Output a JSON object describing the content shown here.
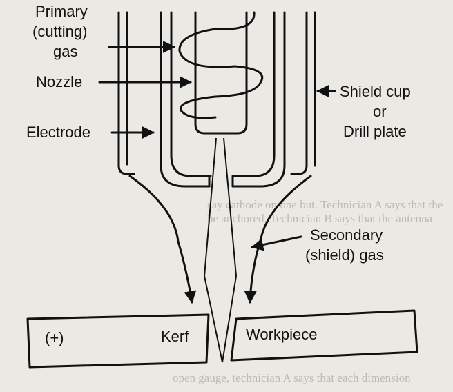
{
  "labels": {
    "primary_gas": [
      "Primary",
      "(cutting)",
      "gas"
    ],
    "nozzle": "Nozzle",
    "electrode": "Electrode",
    "shield_cup": [
      "Shield cup",
      "or",
      "Drill plate"
    ],
    "secondary_gas": [
      "Secondary",
      "(shield) gas"
    ],
    "polarity": "(+)",
    "kerf": "Kerf",
    "workpiece": "Workpiece"
  },
  "background_text": {
    "lines": [
      "say cathode on one but. Technician A says that the",
      "be anchored. Technician B says that the antenna",
      "open gauge, technician A says that each dimension"
    ]
  },
  "colors": {
    "paper": "#ebe9e4",
    "ink": "#111111",
    "bleed": "#bdbab3"
  }
}
